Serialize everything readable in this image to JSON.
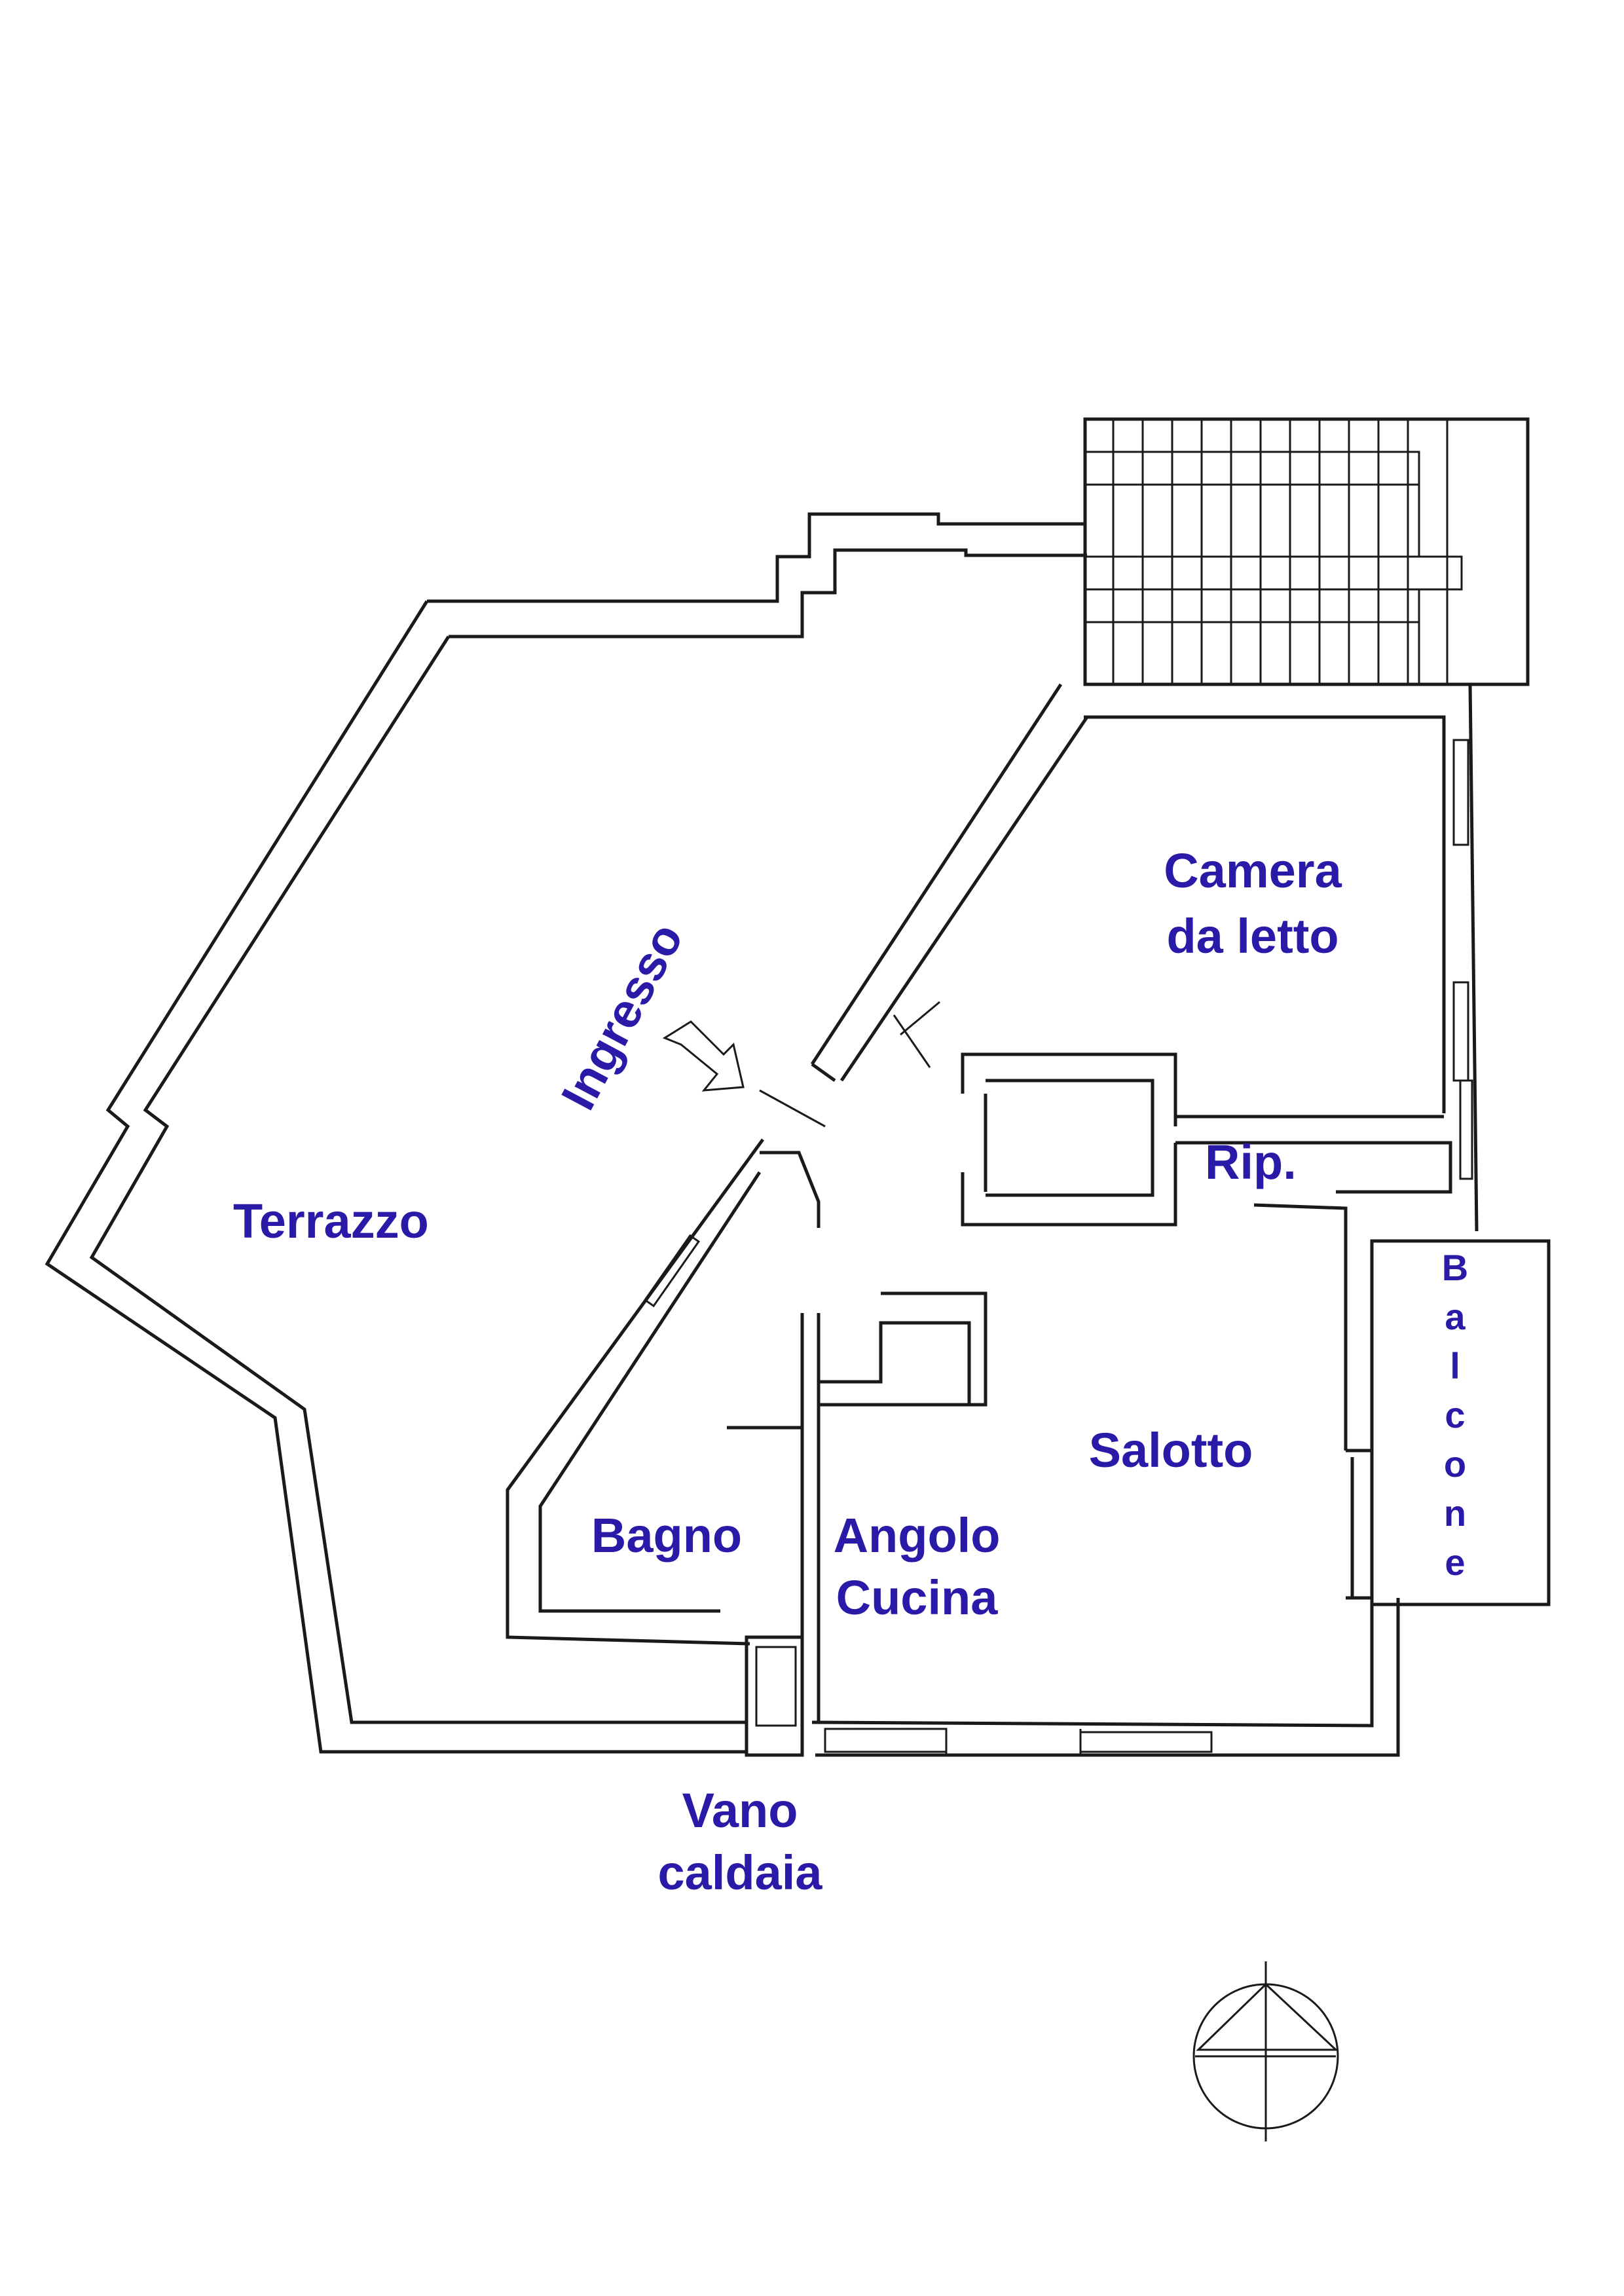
{
  "floorplan": {
    "label_color": "#2a1aa8",
    "line_color": "#1a1a1a",
    "rooms": {
      "terrazzo": "Terrazzo",
      "ingresso": "Ingresso",
      "camera_line1": "Camera",
      "camera_line2": "da letto",
      "ripostiglio": "Rip.",
      "balcone": [
        "B",
        "a",
        "l",
        "c",
        "o",
        "n",
        "e"
      ],
      "salotto": "Salotto",
      "bagno": "Bagno",
      "cucina_line1": "Angolo",
      "cucina_line2": "Cucina",
      "vano_line1": "Vano",
      "vano_line2": "caldaia"
    },
    "north_arrow_icon": "north-arrow-icon",
    "entrance_arrow_icon": "entrance-arrow-icon"
  }
}
